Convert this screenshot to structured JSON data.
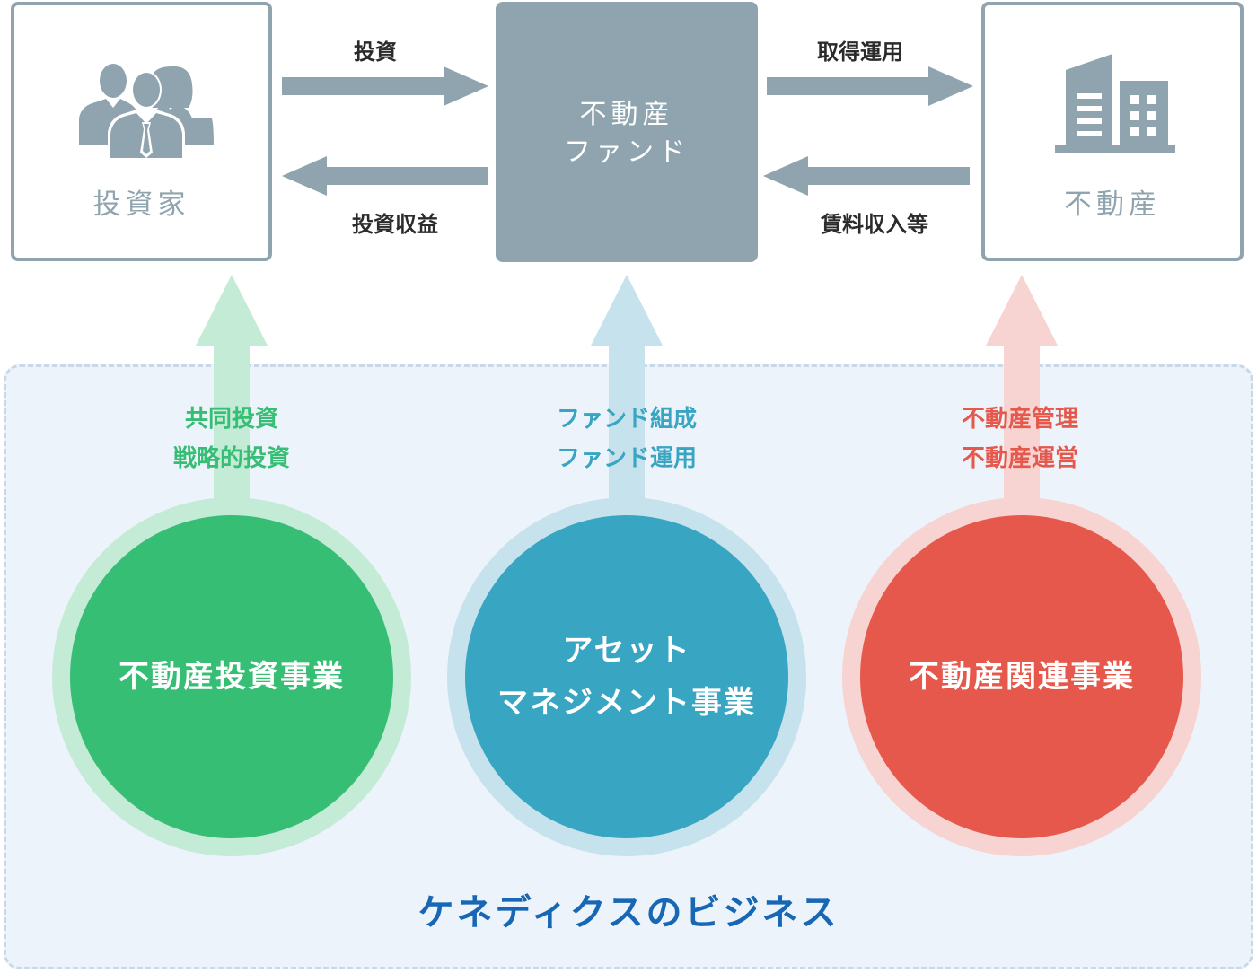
{
  "top": {
    "investor": "投資家",
    "fund_line1": "不動産",
    "fund_line2": "ファンド",
    "property": "不動産"
  },
  "flows": {
    "invest": "投資",
    "invest_return": "投資収益",
    "acquire_operate": "取得運用",
    "rent_income": "賃料収入等"
  },
  "business": {
    "title": "ケネディクスのビジネス",
    "units": [
      {
        "name": "不動産投資事業",
        "activities": [
          "共同投資",
          "戦略的投資"
        ],
        "color": "#36be74",
        "light_color": "#c4ebd6"
      },
      {
        "name_line1": "アセット",
        "name_line2": "マネジメント事業",
        "activities": [
          "ファンド組成",
          "ファンド運用"
        ],
        "color": "#38a5c2",
        "light_color": "#c6e2ec"
      },
      {
        "name": "不動産関連事業",
        "activities": [
          "不動産管理",
          "不動産運営"
        ],
        "color": "#e5584b",
        "light_color": "#f7d3d1"
      }
    ]
  },
  "colors": {
    "box_gray": "#8fa4ae",
    "title_blue": "#1767b5",
    "area_bg": "#edf3fa"
  },
  "icons": [
    "people-icon",
    "building-icon"
  ]
}
